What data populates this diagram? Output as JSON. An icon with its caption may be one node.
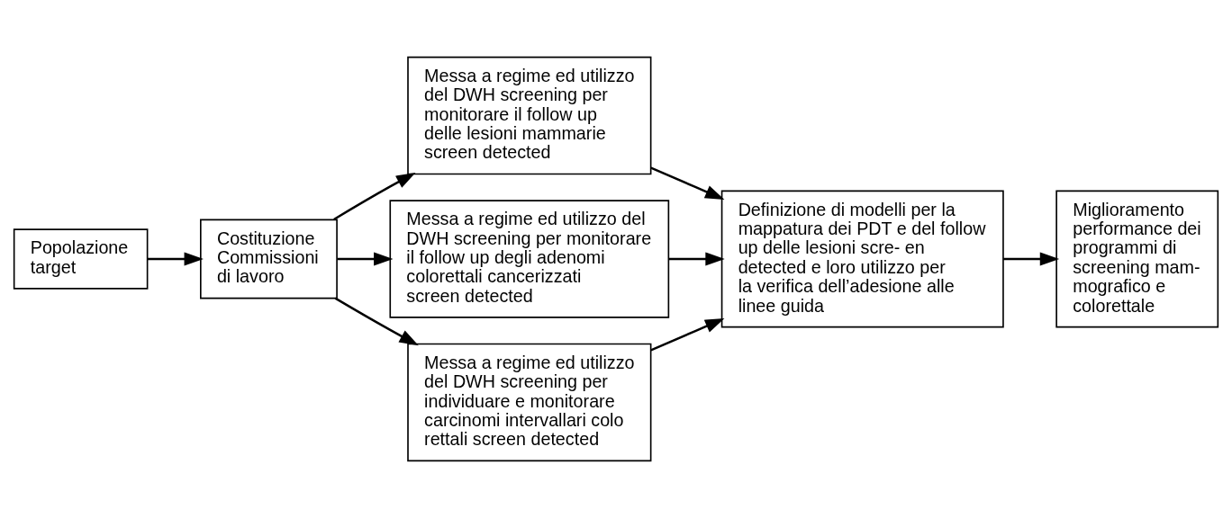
{
  "diagram": {
    "nodes": [
      {
        "text": [
          "Popolazione target"
        ]
      },
      {
        "text": [
          "Costituzione Commissioni di lavoro"
        ]
      },
      {
        "text": [
          "Messa a regime ed utilizzo del DWH screening per monitorare il follow up delle lesioni mammarie screen detected"
        ]
      },
      {
        "text": [
          "Messa a regime ed utilizzo del DWH screening per monitorare il follow up degli adenomi colorettali cancerizzati screen detected"
        ]
      },
      {
        "text": [
          "Messa a regime ed utilizzo del DWH screening per individuare e monitorare carcinomi intervallari colo rettali screen detected"
        ]
      },
      {
        "text": [
          "Definizione di modelli per la mappatura dei PDT e del follow up delle lesioni scre- en detected e loro utilizzo per la verifica dell’adesione alle linee guida"
        ]
      },
      {
        "text": [
          "Miglioramento performance dei programmi di screening mam- mografico e colorettale"
        ]
      }
    ],
    "edges": [
      {
        "from": 0,
        "to": 1,
        "arrow": "to"
      },
      {
        "from": 1,
        "to": 2,
        "arrow": "to"
      },
      {
        "from": 1,
        "to": 3,
        "arrow": "to"
      },
      {
        "from": 1,
        "to": 4,
        "arrow": "to"
      },
      {
        "from": 2,
        "to": 5,
        "arrow": "to"
      },
      {
        "from": 3,
        "to": 5,
        "arrow": "to"
      },
      {
        "from": 4,
        "to": 5,
        "arrow": "to"
      },
      {
        "from": 5,
        "to": 6,
        "arrow": "to"
      }
    ]
  }
}
